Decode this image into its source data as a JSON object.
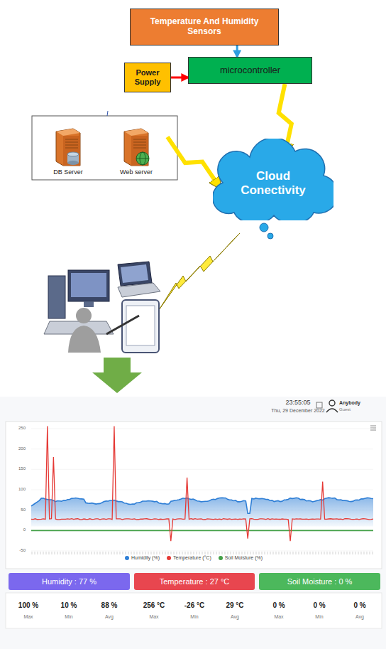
{
  "diagram": {
    "nodes": [
      {
        "text": [
          "Temperature And Humidity Sensors"
        ]
      },
      {
        "text": [
          "Power Supply"
        ]
      },
      {
        "text": [
          "microcontroller"
        ]
      },
      {
        "text": [
          "DB Server"
        ]
      },
      {
        "text": [
          "Web server"
        ]
      },
      {
        "text": [
          "Cloud Conectivity"
        ]
      },
      {
        "text": [
          "Humidity : 77 %"
        ]
      },
      {
        "text": [
          "Temperature : 27 °C"
        ]
      },
      {
        "text": [
          "Soil Moisture : 0 %"
        ]
      }
    ],
    "edges": [
      {
        "from": 0,
        "to": 2,
        "arrow": "to"
      },
      {
        "from": 1,
        "to": 2,
        "arrow": "to"
      },
      {
        "from": 2,
        "to": 5,
        "arrow": "to"
      },
      {
        "from": 4,
        "to": 5,
        "arrow": "to"
      }
    ],
    "labels": [
      "23:55:05",
      "Thu, 29 December 2022",
      "Anybody",
      "Guest",
      "250",
      "200",
      "150",
      "100",
      "50",
      "0",
      "-50",
      "100 %",
      "10 %",
      "88 %",
      "Max",
      "Min",
      "Avg",
      "256 °C",
      "-26 °C",
      "29 °C",
      "Max",
      "Min",
      "Avg",
      "0 %",
      "0 %",
      "0 %",
      "Max",
      "Min",
      "Avg"
    ],
    "legend": [
      {
        "text": "Humidity (%)",
        "color": "#2f7fd6"
      },
      {
        "text": "Temperature (°C)",
        "color": "#e53935"
      },
      {
        "text": "Soil Moisture (%)",
        "color": "#43a047"
      }
    ]
  }
}
